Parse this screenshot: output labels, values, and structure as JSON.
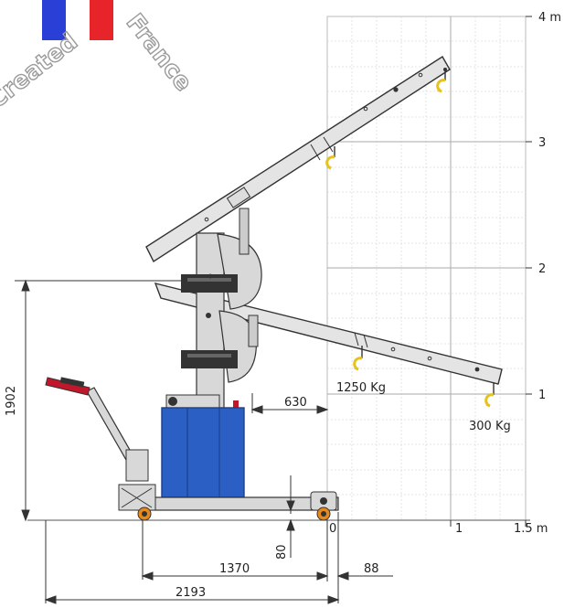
{
  "grid": {
    "y_axis_labels": [
      "1",
      "2",
      "3",
      "4 m"
    ],
    "x_axis_labels": [
      "0",
      "1",
      "1.5 m"
    ]
  },
  "dimensions": {
    "height_total": "1902",
    "reach_offset": "630",
    "base_length": "1370",
    "front_offset": "88",
    "overall_length": "2193",
    "ground_clearance": "80"
  },
  "loads": {
    "inner_hook": "1250 Kg",
    "outer_hook": "300 Kg"
  },
  "watermark": {
    "text_left": "Created",
    "text_right": "France",
    "flag_colors": [
      "#2a3fd6",
      "#ffffff",
      "#e8242b"
    ]
  },
  "colors": {
    "boom_fill": "#e4e4e4",
    "body_blue": "#2c5fc4",
    "hook_yellow": "#e6c21a",
    "handle_red": "#c0182a",
    "wheel_orange": "#e88a1a"
  }
}
